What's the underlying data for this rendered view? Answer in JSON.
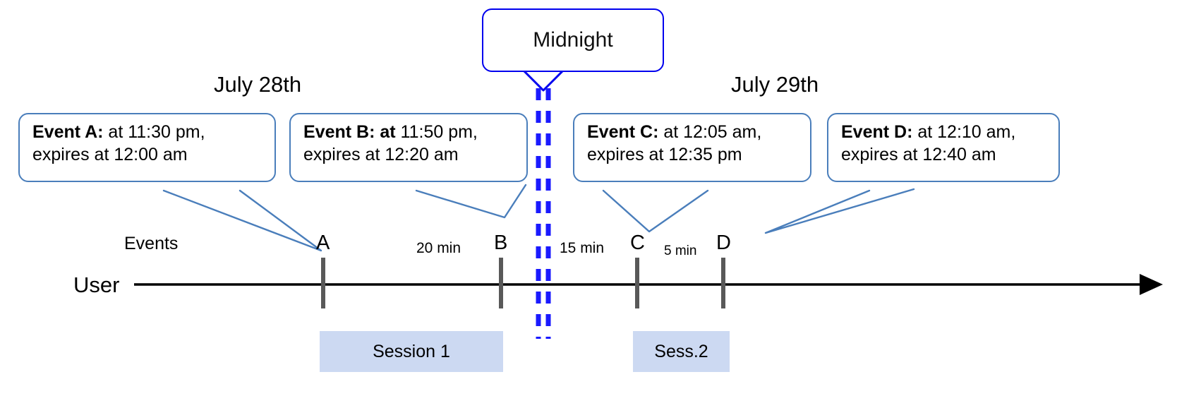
{
  "diagram": {
    "title_callout": {
      "label": "Midnight"
    },
    "dates": [
      {
        "label": "July 28th"
      },
      {
        "label": "July 29th"
      }
    ],
    "axis": {
      "row_label": "User",
      "events_label": "Events",
      "arrow_direction": "right"
    },
    "events": [
      {
        "id": "A",
        "marker": "A",
        "title": "Event A:",
        "title_bold_extra": "",
        "body": " at 11:30 pm, expires at 12:00 am",
        "line1_rest": " at 11:30 pm,",
        "line2": "expires at 12:00 am"
      },
      {
        "id": "B",
        "marker": "B",
        "title": "Event B:",
        "title_bold_extra": " at",
        "body": " 11:50 pm, expires at 12:20 am",
        "line1_rest": " 11:50 pm,",
        "line2": "expires at 12:20 am"
      },
      {
        "id": "C",
        "marker": "C",
        "title": "Event C:",
        "title_bold_extra": "",
        "body": " at 12:05 am, expires at 12:35 pm",
        "line1_rest": " at 12:05 am,",
        "line2": "expires at 12:35 pm"
      },
      {
        "id": "D",
        "marker": "D",
        "title": "Event D:",
        "title_bold_extra": "",
        "body": "  at 12:10 am, expires at 12:40 am",
        "line1_rest": "  at 12:10 am,",
        "line2": "expires at 12:40 am"
      }
    ],
    "gaps": [
      {
        "label": "20 min",
        "between": "A-B"
      },
      {
        "label": "15 min",
        "between": "B-C"
      },
      {
        "label": "5 min",
        "between": "C-D"
      }
    ],
    "sessions": [
      {
        "label": "Session 1"
      },
      {
        "label": "Sess.2"
      }
    ],
    "colors": {
      "callout_border": "#4a7ebb",
      "midnight_border": "#0000ee",
      "midnight_dash": "#1a1aff",
      "session_fill": "#ccd9f2",
      "axis": "#000000",
      "tick": "#595959"
    }
  }
}
